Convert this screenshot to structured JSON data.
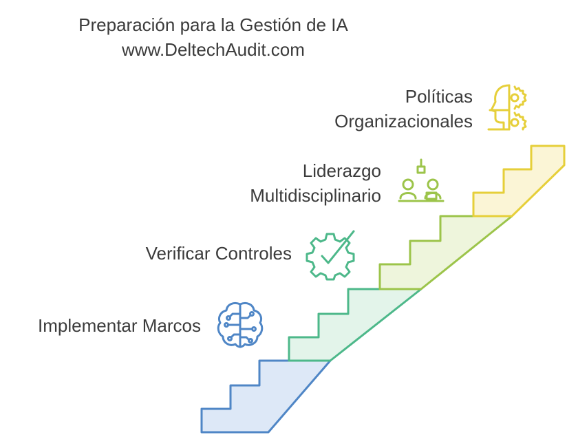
{
  "title": "Preparación para la Gestión de IA",
  "subtitle": "www.DeltechAudit.com",
  "steps": [
    {
      "label_line1": "Implementar Marcos",
      "label_line2": "",
      "icon": "brain-circuit-icon",
      "color": "#4f86c6",
      "fill": "#dde8f7"
    },
    {
      "label_line1": "Verificar Controles",
      "label_line2": "",
      "icon": "gear-check-icon",
      "color": "#4db88a",
      "fill": "#e3f4ea"
    },
    {
      "label_line1": "Liderazgo",
      "label_line2": "Multidisciplinario",
      "icon": "team-leadership-icon",
      "color": "#9cc44a",
      "fill": "#eef5dc"
    },
    {
      "label_line1": "Políticas",
      "label_line2": "Organizacionales",
      "icon": "head-gears-icon",
      "color": "#e6cf3a",
      "fill": "#fbf5d6"
    }
  ]
}
